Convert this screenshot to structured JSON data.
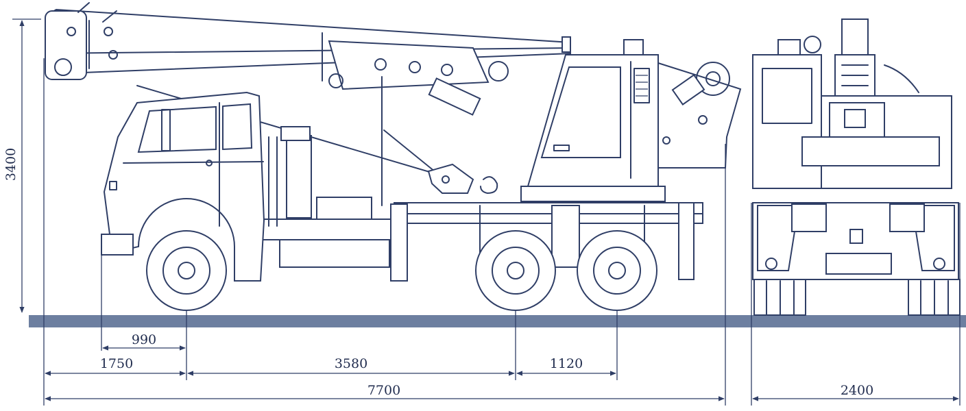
{
  "diagram": {
    "colors": {
      "line": "#2f3e66",
      "ground": "#6d7fa0",
      "text": "#1f2b4d"
    },
    "dimensions": {
      "height": "3400",
      "front_to_axle": "990",
      "overhang": "1750",
      "wheelbase": "3580",
      "rear_axle_spacing": "1120",
      "overall_length": "7700",
      "overall_width": "2400"
    }
  }
}
